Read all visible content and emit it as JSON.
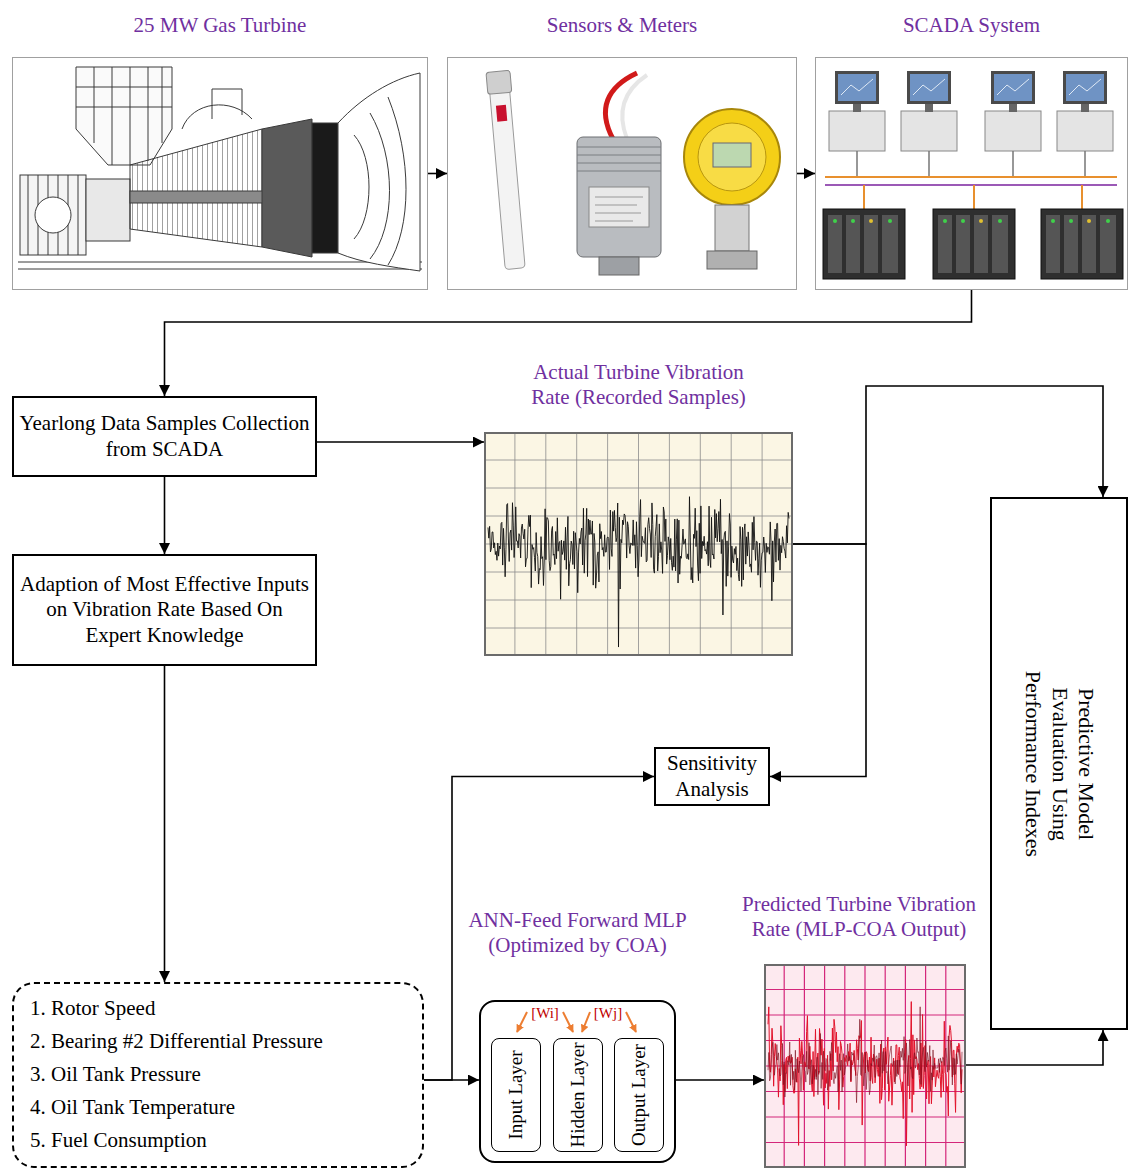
{
  "diagram": {
    "nodes": [
      {
        "text": [
          "25 MW Gas Turbine"
        ]
      },
      {
        "text": [
          "Sensors & Meters"
        ]
      },
      {
        "text": [
          "SCADA System"
        ]
      },
      {
        "text": [
          "Yearlong Data Samples Collection from SCADA"
        ]
      },
      {
        "text": [
          "Actual Turbine Vibration Rate (Recorded Samples)"
        ]
      },
      {
        "text": [
          "Adaption of Most Effective Inputs on Vibration Rate Based On Expert Knowledge"
        ]
      },
      {
        "text": [
          "Sensitivity Analysis"
        ]
      },
      {
        "text": [
          "Predictive Model Evaluation Using Performance Indexes"
        ]
      },
      {
        "text": [
          "1. Rotor Speed",
          "2. Bearing #2 Differential Pressure",
          "3. Oil Tank Pressure",
          "4. Oil Tank Temperature",
          "5. Fuel Consumption"
        ]
      },
      {
        "text": [
          "ANN-Feed Forward MLP (Optimized by COA)"
        ]
      },
      {
        "text": [
          "Input Layer"
        ],
        "in": 9
      },
      {
        "text": [
          "Hidden Layer"
        ],
        "in": 9
      },
      {
        "text": [
          "Output Layer"
        ],
        "in": 9
      },
      {
        "text": [
          "Predicted Turbine Vibration Rate (MLP-COA Output)"
        ]
      }
    ],
    "edges": [
      {
        "from": 0,
        "to": 1,
        "arrow": "to"
      },
      {
        "from": 1,
        "to": 2,
        "arrow": "to"
      },
      {
        "from": 2,
        "to": 3,
        "arrow": "to"
      },
      {
        "from": 3,
        "to": 4,
        "arrow": "to"
      },
      {
        "from": 3,
        "to": 5,
        "arrow": "to"
      },
      {
        "from": 4,
        "to": 6,
        "arrow": "to"
      },
      {
        "from": 4,
        "to": 7,
        "arrow": "to"
      },
      {
        "from": 5,
        "to": 8,
        "arrow": "to"
      },
      {
        "from": 8,
        "to": 9,
        "arrow": "to"
      },
      {
        "from": 8,
        "to": 6,
        "arrow": "to"
      },
      {
        "from": 9,
        "to": 13,
        "arrow": "to"
      },
      {
        "from": 13,
        "to": 7,
        "arrow": "to"
      }
    ],
    "labels": [
      "[Wi]",
      "[Wj]"
    ]
  }
}
